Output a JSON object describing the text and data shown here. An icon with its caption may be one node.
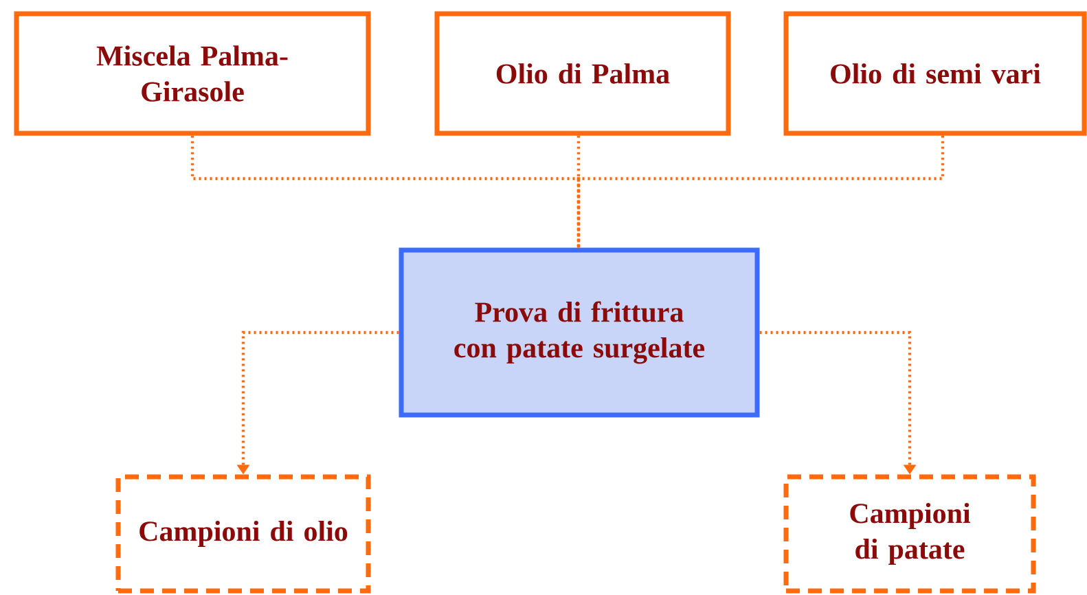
{
  "diagram": {
    "nodes": [
      {
        "text": [
          "Miscela Palma-Girasole"
        ]
      },
      {
        "text": [
          "Olio di Palma"
        ]
      },
      {
        "text": [
          "Olio di semi vari"
        ]
      },
      {
        "text": [
          "Prova di frittura con patate surgelate"
        ]
      },
      {
        "text": [
          "Campioni di olio"
        ]
      },
      {
        "text": [
          "Campioni di patate"
        ]
      }
    ],
    "edges": [
      {
        "from": 0,
        "to": 3,
        "arrow": "none"
      },
      {
        "from": 1,
        "to": 3,
        "arrow": "none"
      },
      {
        "from": 2,
        "to": 3,
        "arrow": "none"
      },
      {
        "from": 3,
        "to": 4,
        "arrow": "to"
      },
      {
        "from": 3,
        "to": 5,
        "arrow": "to"
      }
    ]
  }
}
